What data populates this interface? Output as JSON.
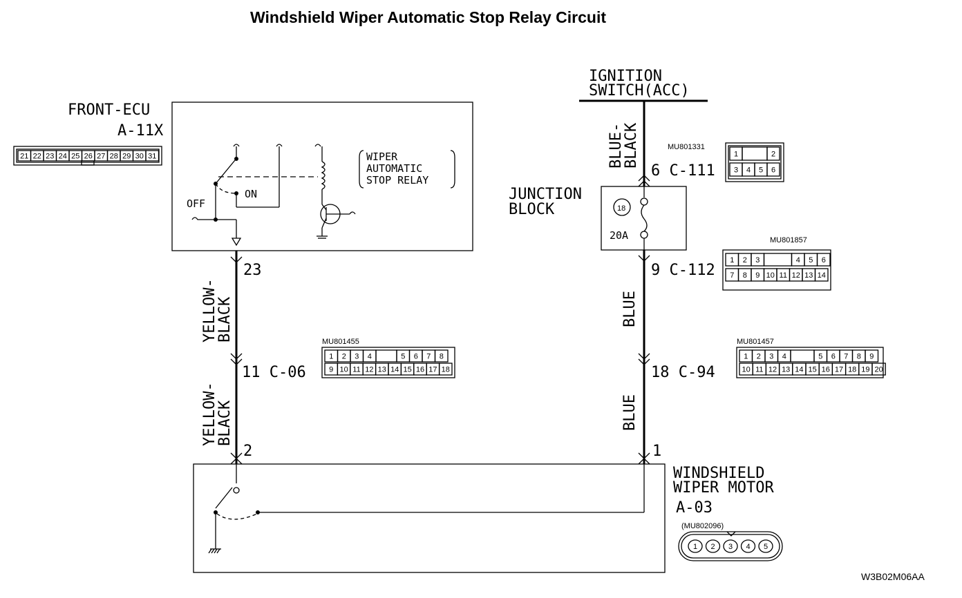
{
  "title": "Windshield Wiper Automatic Stop Relay Circuit",
  "front_ecu": {
    "name": "FRONT-ECU",
    "connector": "A-11X",
    "connector_pins": [
      "21",
      "22",
      "23",
      "24",
      "25",
      "26",
      "27",
      "28",
      "29",
      "30",
      "31"
    ],
    "relay_label": [
      "WIPER",
      "AUTOMATIC",
      "STOP RELAY"
    ],
    "switch_on": "ON",
    "switch_off": "OFF",
    "pin": "23"
  },
  "ignition": {
    "lines": [
      "IGNITION",
      "SWITCH(ACC)"
    ]
  },
  "wires": {
    "blue_black": [
      "BLUE-",
      "BLACK"
    ],
    "yellow_black_1": [
      "YELLOW-",
      "BLACK"
    ],
    "yellow_black_2": [
      "YELLOW-",
      "BLACK"
    ],
    "blue_1": "BLUE",
    "blue_2": "BLUE"
  },
  "junction_block": {
    "lines": [
      "JUNCTION",
      "BLOCK"
    ],
    "fuse_no": "18",
    "fuse_rating": "20A",
    "in_pin": "6 C-111",
    "out_pin": "9 C-112"
  },
  "connectors": {
    "c111": {
      "part": "MU801331",
      "top": [
        "1",
        "2"
      ],
      "bottom": [
        "3",
        "4",
        "5",
        "6"
      ]
    },
    "c112": {
      "part": "MU801857",
      "top": [
        "1",
        "2",
        "3",
        "4",
        "5",
        "6"
      ],
      "bottom": [
        "7",
        "8",
        "9",
        "10",
        "11",
        "12",
        "13",
        "14"
      ]
    },
    "c06": {
      "part": "MU801455",
      "pin": "11 C-06",
      "top": [
        "1",
        "2",
        "3",
        "4",
        "5",
        "6",
        "7",
        "8"
      ],
      "bottom": [
        "9",
        "10",
        "11",
        "12",
        "13",
        "14",
        "15",
        "16",
        "17",
        "18"
      ]
    },
    "c94": {
      "part": "MU801457",
      "pin": "18 C-94",
      "top": [
        "1",
        "2",
        "3",
        "4",
        "5",
        "6",
        "7",
        "8",
        "9"
      ],
      "bottom": [
        "10",
        "11",
        "12",
        "13",
        "14",
        "15",
        "16",
        "17",
        "18",
        "19",
        "20"
      ]
    },
    "a03": {
      "part": "(MU802096)",
      "pins": [
        "1",
        "2",
        "3",
        "4",
        "5"
      ]
    }
  },
  "motor": {
    "lines": [
      "WINDSHIELD",
      "WIPER MOTOR"
    ],
    "connector": "A-03",
    "pin_left": "2",
    "pin_right": "1"
  },
  "figure_code": "W3B02M06AA"
}
